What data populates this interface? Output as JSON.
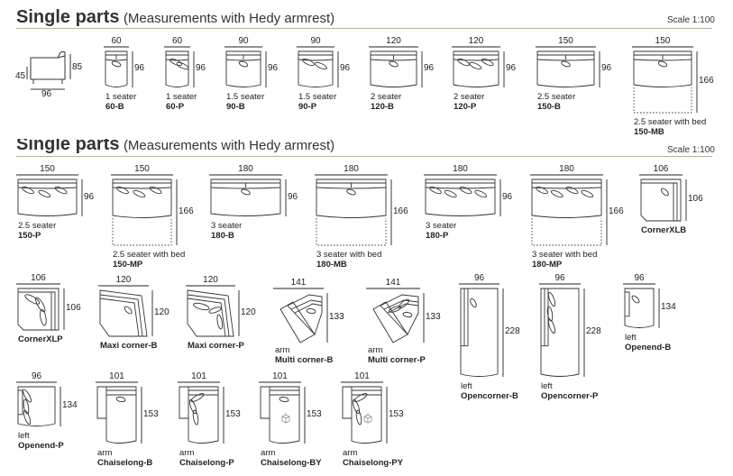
{
  "sections": [
    {
      "title": "Single parts",
      "subtitle": "(Measurements with Hedy armrest)",
      "scale": "Scale 1:100"
    },
    {
      "title": "Single parts",
      "subtitle": "(Measurements with Hedy armrest)",
      "scale": "Scale 1:100"
    }
  ],
  "side_view": {
    "seat_height": "45",
    "total_height": "85",
    "depth": "96"
  },
  "items": [
    {
      "w": "60",
      "h": "96",
      "line1": "1 seater",
      "line2": "60-B"
    },
    {
      "w": "60",
      "h": "96",
      "line1": "1 seater",
      "line2": "60-P"
    },
    {
      "w": "90",
      "h": "96",
      "line1": "1.5 seater",
      "line2": "90-B"
    },
    {
      "w": "90",
      "h": "96",
      "line1": "1.5 seater",
      "line2": "90-P"
    },
    {
      "w": "120",
      "h": "96",
      "line1": "2 seater",
      "line2": "120-B"
    },
    {
      "w": "120",
      "h": "96",
      "line1": "2 seater",
      "line2": "120-P"
    },
    {
      "w": "150",
      "h": "96",
      "line1": "2.5 seater",
      "line2": "150-B"
    },
    {
      "w": "150",
      "h": "166",
      "line1": "2.5 seater with bed",
      "line2": "150-MB"
    },
    {
      "w": "150",
      "h": "96",
      "line1": "2.5 seater",
      "line2": "150-P"
    },
    {
      "w": "150",
      "h": "166",
      "line1": "2.5 seater with bed",
      "line2": "150-MP"
    },
    {
      "w": "180",
      "h": "96",
      "line1": "3 seater",
      "line2": "180-B"
    },
    {
      "w": "180",
      "h": "166",
      "line1": "3 seater with bed",
      "line2": "180-MB"
    },
    {
      "w": "180",
      "h": "96",
      "line1": "3 seater",
      "line2": "180-P"
    },
    {
      "w": "180",
      "h": "166",
      "line1": "3 seater with bed",
      "line2": "180-MP"
    },
    {
      "w": "106",
      "h": "106",
      "line1": "",
      "line2": "CornerXLB"
    },
    {
      "w": "106",
      "h": "106",
      "line1": "",
      "line2": "CornerXLP"
    },
    {
      "w": "120",
      "h": "120",
      "line1": "",
      "line2": "Maxi corner-B"
    },
    {
      "w": "120",
      "h": "120",
      "line1": "",
      "line2": "Maxi corner-P"
    },
    {
      "w": "141",
      "h": "133",
      "line1": "arm",
      "line2": "Multi corner-B"
    },
    {
      "w": "141",
      "h": "133",
      "line1": "arm",
      "line2": "Multi corner-P"
    },
    {
      "w": "96",
      "h": "228",
      "line1": "left",
      "line2": "Opencorner-B"
    },
    {
      "w": "96",
      "h": "228",
      "line1": "left",
      "line2": "Opencorner-P"
    },
    {
      "w": "96",
      "h": "134",
      "line1": "left",
      "line2": "Openend-B"
    },
    {
      "w": "96",
      "h": "134",
      "line1": "left",
      "line2": "Openend-P"
    },
    {
      "w": "101",
      "h": "153",
      "line1": "arm",
      "line2": "Chaiselong-B"
    },
    {
      "w": "101",
      "h": "153",
      "line1": "arm",
      "line2": "Chaiselong-P"
    },
    {
      "w": "101",
      "h": "153",
      "line1": "arm",
      "line2": "Chaiselong-BY"
    },
    {
      "w": "101",
      "h": "153",
      "line1": "arm",
      "line2": "Chaiselong-PY"
    }
  ]
}
